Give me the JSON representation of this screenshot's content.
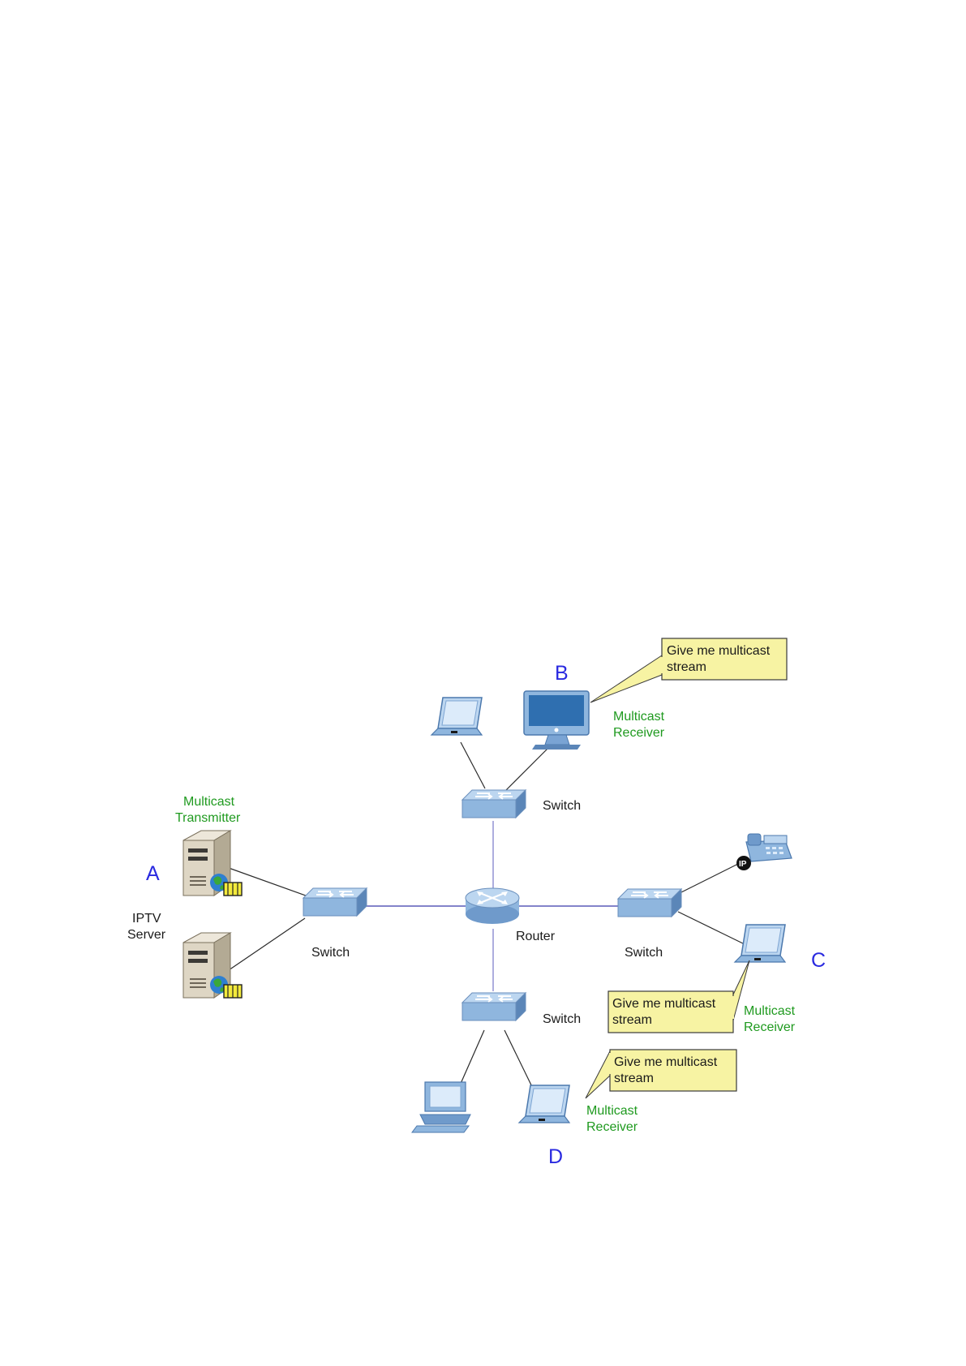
{
  "diagram": {
    "letters": {
      "a": "A",
      "b": "B",
      "c": "C",
      "d": "D"
    },
    "labels": {
      "switch_top": "Switch",
      "switch_left": "Switch",
      "switch_right": "Switch",
      "switch_bottom": "Switch",
      "router": "Router",
      "iptv_line1": "IPTV",
      "iptv_line2": "Server",
      "transmitter_line1": "Multicast",
      "transmitter_line2": "Transmitter",
      "receiver_b_line1": "Multicast",
      "receiver_b_line2": "Receiver",
      "receiver_c_line1": "Multicast",
      "receiver_c_line2": "Receiver",
      "receiver_d_line1": "Multicast",
      "receiver_d_line2": "Receiver"
    },
    "callouts": {
      "b": {
        "line1": "Give me multicast",
        "line2": "stream"
      },
      "c": {
        "line1": "Give me multicast",
        "line2": "stream"
      },
      "d": {
        "line1": "Give me multicast",
        "line2": "stream"
      }
    },
    "colors": {
      "device_blue": "#8fb6de",
      "device_blue_dark": "#5b86b8",
      "link_purple": "#5a5ab8",
      "callout_fill": "#f7f3a3",
      "label_green": "#1f9a1f",
      "letter_blue": "#2a2ae0"
    },
    "icons": [
      "server-icon",
      "switch-icon",
      "router-icon",
      "laptop-icon",
      "desktop-monitor-icon",
      "ip-phone-icon",
      "desktop-pc-icon"
    ]
  }
}
